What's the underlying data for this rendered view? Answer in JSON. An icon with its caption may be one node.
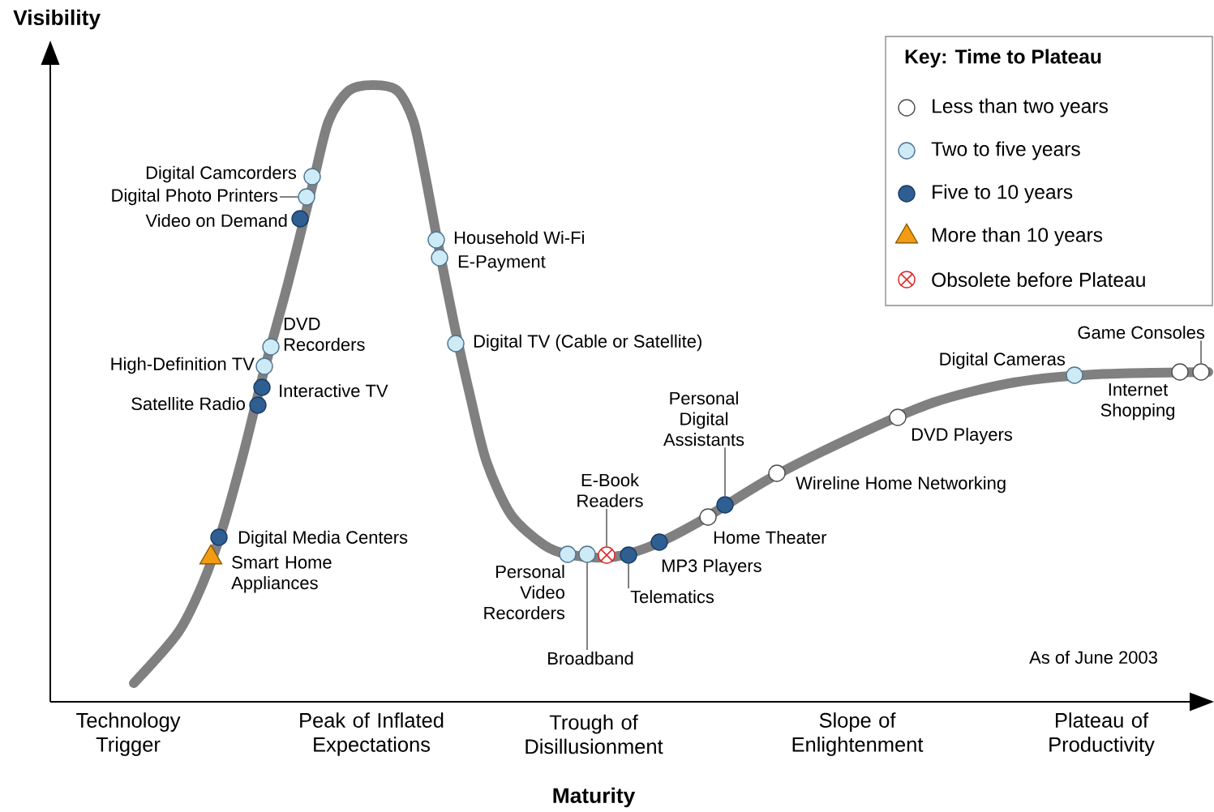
{
  "diagram": {
    "nodes": [
      {
        "text": [],
        "shape": "circle",
        "beside": [
          "Digital Camcorders"
        ]
      },
      {
        "text": [],
        "shape": "circle"
      },
      {
        "text": [],
        "shape": "circle",
        "beside": [
          "Video on Demand"
        ]
      },
      {
        "text": [],
        "shape": "circle",
        "beside": [
          "Household Wi-Fi"
        ]
      },
      {
        "text": [],
        "shape": "circle",
        "beside": [
          "E-Payment"
        ]
      },
      {
        "text": [],
        "shape": "circle",
        "beside": [
          "DVD Recorders"
        ]
      },
      {
        "text": [],
        "shape": "circle",
        "beside": [
          "High-Definition TV"
        ]
      },
      {
        "text": [],
        "shape": "circle",
        "beside": [
          "Interactive TV"
        ]
      },
      {
        "text": [],
        "shape": "circle",
        "beside": [
          "Satellite Radio"
        ]
      },
      {
        "text": [],
        "shape": "circle",
        "beside": [
          "Digital TV (Cable or Satellite)"
        ]
      },
      {
        "text": [],
        "shape": "circle",
        "beside": [
          "Digital Media Centers"
        ]
      },
      {
        "text": [],
        "shape": "triangle",
        "beside": [
          "Smart Home Appliances"
        ]
      },
      {
        "text": [],
        "shape": "circle",
        "beside": [
          "Personal Video Recorders"
        ]
      },
      {
        "text": [],
        "shape": "circle"
      },
      {
        "text": [],
        "shape": "circle"
      },
      {
        "text": [],
        "shape": "circle"
      },
      {
        "text": [],
        "shape": "circle",
        "beside": [
          "MP3 Players"
        ]
      },
      {
        "text": [],
        "shape": "circle",
        "beside": [
          "Home Theater"
        ]
      },
      {
        "text": [],
        "shape": "circle"
      },
      {
        "text": [],
        "shape": "circle",
        "beside": [
          "Wireline Home Networking"
        ]
      },
      {
        "text": [],
        "shape": "circle",
        "beside": [
          "DVD Players"
        ]
      },
      {
        "text": [],
        "shape": "circle",
        "beside": [
          "Digital Cameras"
        ]
      },
      {
        "text": [],
        "shape": "circle",
        "beside": [
          "Internet Shopping"
        ]
      },
      {
        "text": [],
        "shape": "circle"
      },
      {
        "text": [
          "Digital Photo Printers"
        ]
      },
      {
        "text": [
          "E-Book Readers"
        ]
      },
      {
        "text": [
          "Personal Digital Assistants"
        ]
      },
      {
        "text": [
          "Broadband"
        ]
      },
      {
        "text": [
          "Telematics"
        ]
      },
      {
        "text": [
          "Game Consoles"
        ]
      }
    ],
    "edges": [
      {
        "from": 24,
        "to": 1,
        "arrow": "none"
      },
      {
        "from": 25,
        "to": 14,
        "arrow": "none"
      },
      {
        "from": 26,
        "to": 18,
        "arrow": "none"
      },
      {
        "from": 27,
        "to": 13,
        "arrow": "none"
      },
      {
        "from": 28,
        "to": 15,
        "arrow": "none"
      },
      {
        "from": 29,
        "to": 23,
        "arrow": "none"
      }
    ],
    "labels": [
      "Visibility",
      "Key: Time to Plateau",
      "As of June 2003",
      "Technology Trigger",
      "Peak of Inflated Expectations",
      "Trough of Disillusionment",
      "Slope of Enlightenment",
      "Plateau of Productivity",
      "Maturity"
    ],
    "legend": [
      {
        "text": "Less than two years"
      },
      {
        "text": "Two to five years"
      },
      {
        "text": "Five to 10 years"
      },
      {
        "text": "More than 10 years"
      },
      {
        "text": "Obsolete before Plateau"
      }
    ]
  }
}
